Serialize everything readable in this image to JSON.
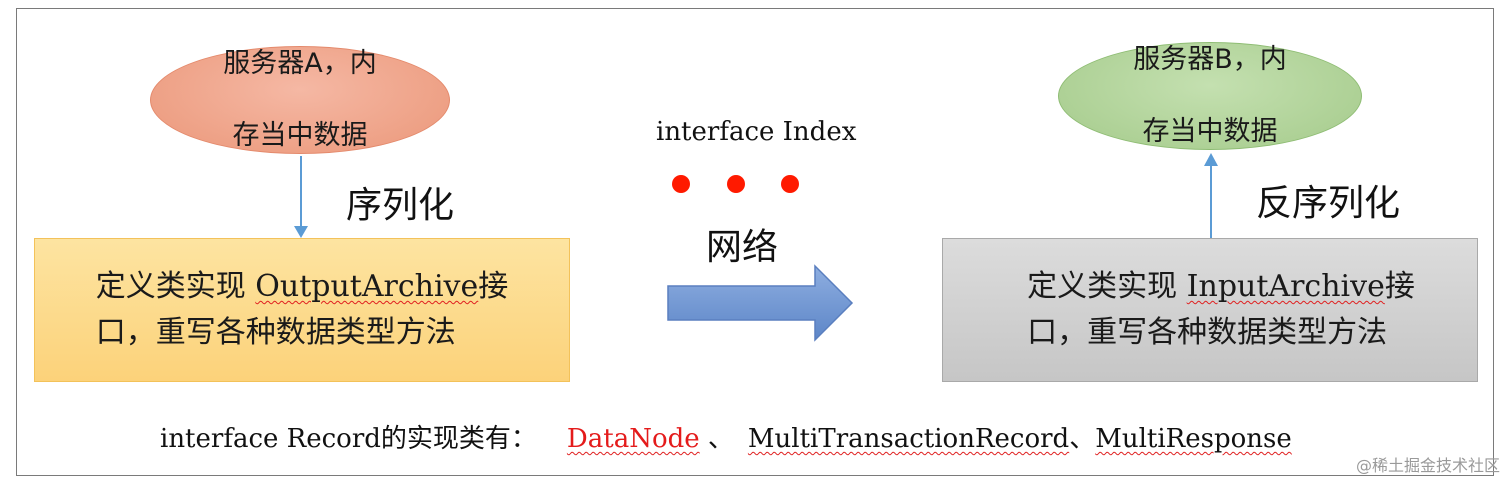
{
  "server_a": {
    "line1": "服务器A，内",
    "line2": "存当中数据"
  },
  "server_b": {
    "line1": "服务器B，内",
    "line2": "存当中数据"
  },
  "serialize_label": "序列化",
  "deserialize_label": "反序列化",
  "interface_index_label": "interface Index",
  "network_label": "网络",
  "output_box": {
    "prefix": "定义类实现 ",
    "interface_name": "OutputArchive",
    "suffix": "接",
    "line2": "口，重写各种数据类型方法"
  },
  "input_box": {
    "prefix": "定义类实现 ",
    "interface_name": "InputArchive",
    "suffix": "接",
    "line2": "口，重写各种数据类型方法"
  },
  "record_line": {
    "prefix": "interface Record的实现类有：",
    "impl1": "DataNode",
    "sep1": " 、",
    "impl2": "MultiTransactionRecord",
    "sep2": "、",
    "impl3": "MultiResponse"
  },
  "watermark": "@稀土掘金技术社区",
  "colors": {
    "ellipse_a": "#eea186",
    "ellipse_b": "#aed196",
    "box_a": "#fcd27a",
    "box_b": "#c6c6c6",
    "arrow": "#6f95d1",
    "dots": "#ff1a00",
    "highlight": "#e41b1b"
  }
}
